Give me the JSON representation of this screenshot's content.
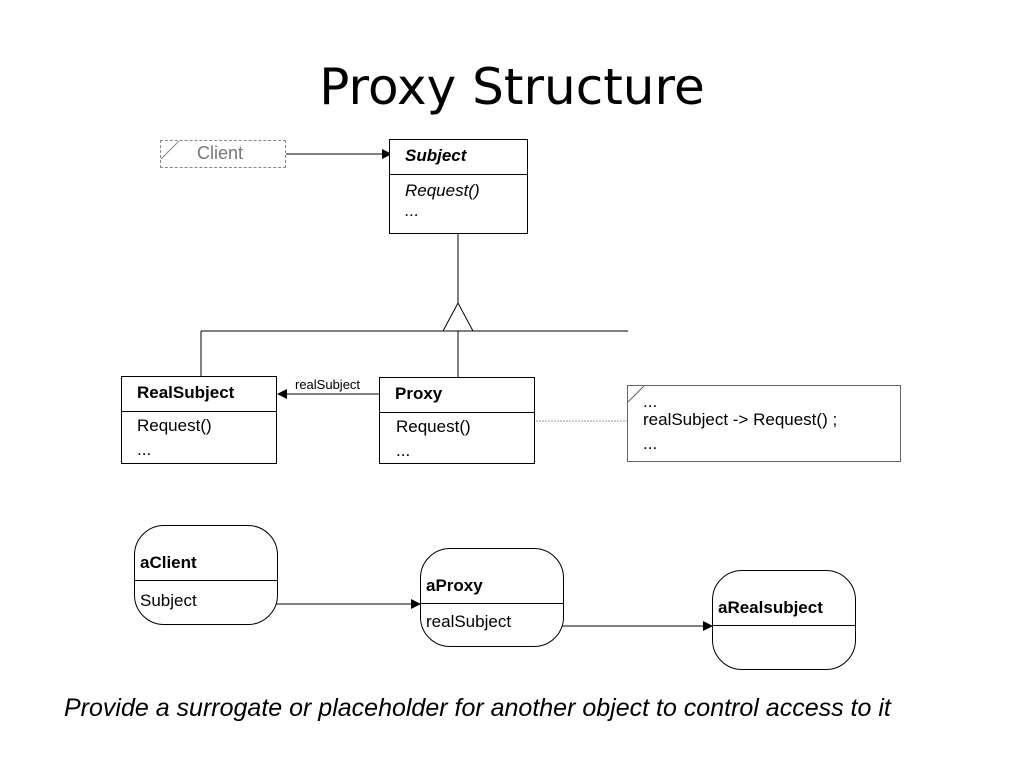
{
  "title": "Proxy Structure",
  "class_diagram": {
    "client": {
      "name": "Client"
    },
    "subject": {
      "name": "Subject",
      "operations": [
        "Request()",
        "..."
      ]
    },
    "real_subject": {
      "name": "RealSubject",
      "operations": [
        "Request()",
        "..."
      ]
    },
    "proxy": {
      "name": "Proxy",
      "operations": [
        "Request()",
        "..."
      ]
    },
    "association_label": "realSubject",
    "note": {
      "lines": [
        "...",
        "realSubject -> Request() ;",
        "..."
      ]
    }
  },
  "object_diagram": {
    "a_client": {
      "name": "aClient",
      "field": "Subject"
    },
    "a_proxy": {
      "name": "aProxy",
      "field": "realSubject"
    },
    "a_real_subject": {
      "name": "aRealsubject"
    }
  },
  "caption": "Provide a surrogate or placeholder for another object to control access to it"
}
